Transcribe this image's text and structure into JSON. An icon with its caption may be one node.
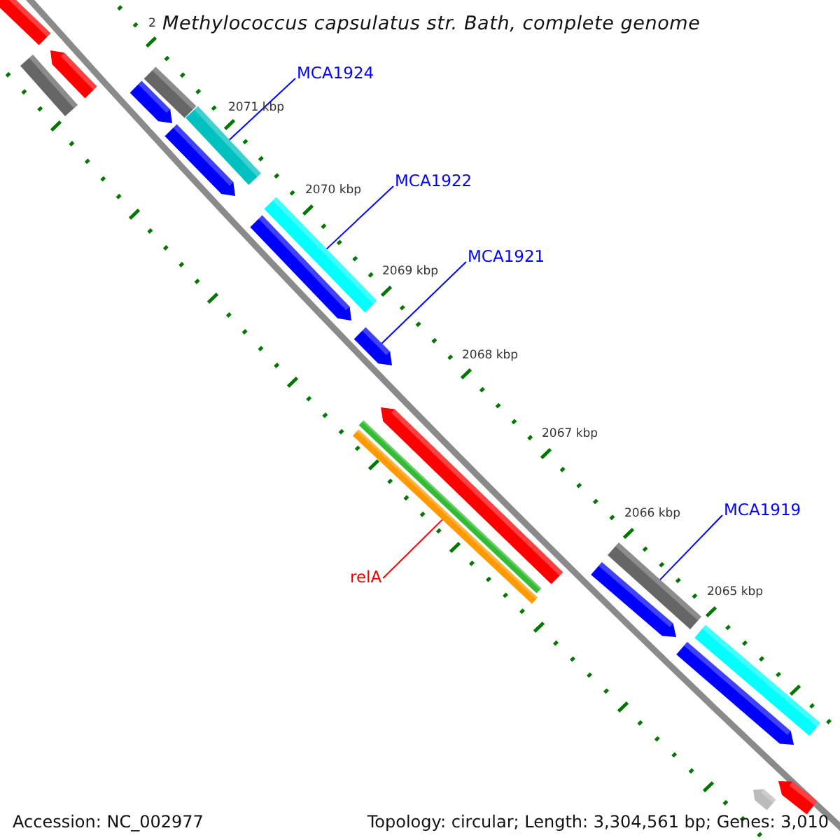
{
  "diagram": {
    "title": "Methylococcus capsulatus str. Bath, complete genome",
    "nodes": [
      {
        "text": [],
        "shape": "bar"
      },
      {
        "text": [],
        "shape": "bar"
      },
      {
        "text": [],
        "shape": "bar"
      },
      {
        "text": [
          "MCA1924"
        ]
      },
      {
        "text": [],
        "shape": "bar"
      },
      {
        "text": [],
        "shape": "bar"
      },
      {
        "text": [],
        "shape": "bar"
      },
      {
        "text": [],
        "shape": "bar"
      },
      {
        "text": [
          "MCA1922"
        ]
      },
      {
        "text": [],
        "shape": "bar"
      },
      {
        "text": [],
        "shape": "bar"
      },
      {
        "text": [
          "MCA1921"
        ]
      },
      {
        "text": [],
        "shape": "bar"
      },
      {
        "text": [],
        "shape": "bar"
      },
      {
        "text": [],
        "shape": "bar"
      },
      {
        "text": [],
        "shape": "bar"
      },
      {
        "text": [
          "MCA1919"
        ]
      },
      {
        "text": [],
        "shape": "bar"
      },
      {
        "text": [
          "relA"
        ]
      },
      {
        "text": [],
        "shape": "bar"
      },
      {
        "text": [],
        "shape": "bar"
      },
      {
        "text": [],
        "shape": "bar"
      },
      {
        "text": [],
        "shape": "bar"
      },
      {
        "text": [],
        "shape": "bar"
      }
    ],
    "edges": [
      {
        "from": 3,
        "to": 6,
        "arrow": "none"
      },
      {
        "from": 8,
        "to": 9,
        "arrow": "none"
      },
      {
        "from": 11,
        "to": 12,
        "arrow": "none"
      },
      {
        "from": 16,
        "to": 17,
        "arrow": "none"
      },
      {
        "from": 18,
        "to": 15,
        "arrow": "none",
        "color": "#ff0000"
      }
    ],
    "labels": [
      "2",
      "2071 kbp",
      "2070 kbp",
      "2069 kbp",
      "2068 kbp",
      "2067 kbp",
      "2066 kbp",
      "2065 kbp",
      "Accession: NC_002977",
      "Topology: circular; Length: 3,304,561 bp; Genes: 3,010"
    ]
  }
}
